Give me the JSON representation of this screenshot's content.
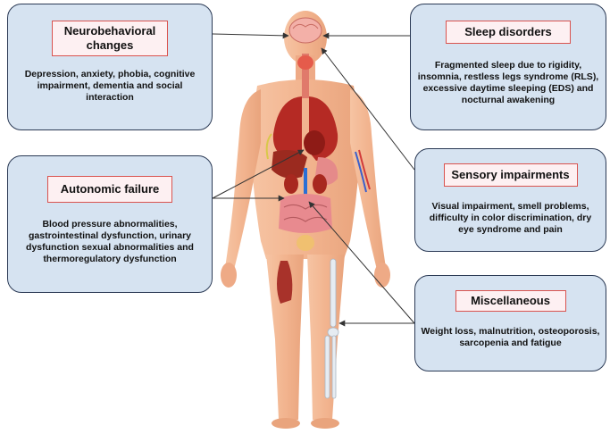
{
  "boxes": {
    "neurobehavioral": {
      "title": "Neurobehavioral changes",
      "description": "Depression, anxiety, phobia, cognitive impairment, dementia and social interaction"
    },
    "sleep": {
      "title": "Sleep disorders",
      "description": "Fragmented sleep due to rigidity, insomnia, restless legs syndrome (RLS), excessive daytime sleeping (EDS) and nocturnal awakening"
    },
    "autonomic": {
      "title": "Autonomic failure",
      "description": "Blood pressure abnormalities, gastrointestinal dysfunction, urinary dysfunction sexual abnormalities and thermoregulatory dysfunction"
    },
    "sensory": {
      "title": "Sensory impairments",
      "description": "Visual impairment, smell problems, difficulty in color discrimination, dry eye syndrome and pain"
    },
    "misc": {
      "title": "Miscellaneous",
      "description": "Weight loss, malnutrition, osteoporosis, sarcopenia and fatigue"
    }
  },
  "colors": {
    "box_fill": "#d6e3f1",
    "box_border": "#2b3a55",
    "title_border": "#d9534f",
    "title_fill": "#fdf0f2",
    "skin": "#f2b48f",
    "organs": "#c0392b"
  }
}
